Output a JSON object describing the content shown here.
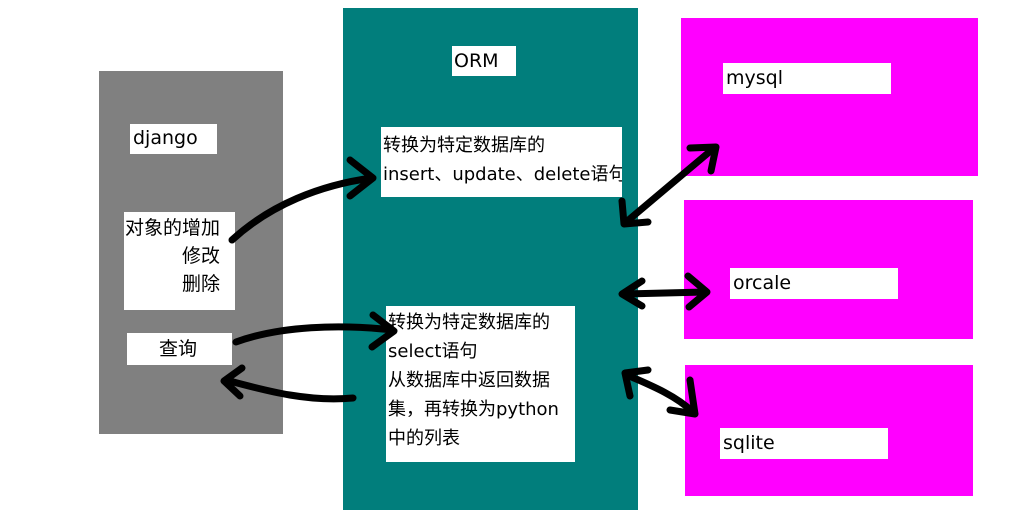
{
  "colors": {
    "django_box": "#808080",
    "orm_box": "#017e7c",
    "db_box": "#ff00ff",
    "label_bg": "#ffffff",
    "arrow": "#000000"
  },
  "django": {
    "title": "django",
    "crud_label": [
      "对象的增加",
      "修改",
      "删除"
    ],
    "query_label": "查询"
  },
  "orm": {
    "title": "ORM",
    "crud_text": [
      "转换为特定数据库的",
      "insert、update、delete语句"
    ],
    "query_text": [
      "转换为特定数据库的",
      "select语句",
      "从数据库中返回数据",
      "集，再转换为python",
      "中的列表"
    ]
  },
  "databases": [
    "mysql",
    "orcale",
    "sqlite"
  ]
}
